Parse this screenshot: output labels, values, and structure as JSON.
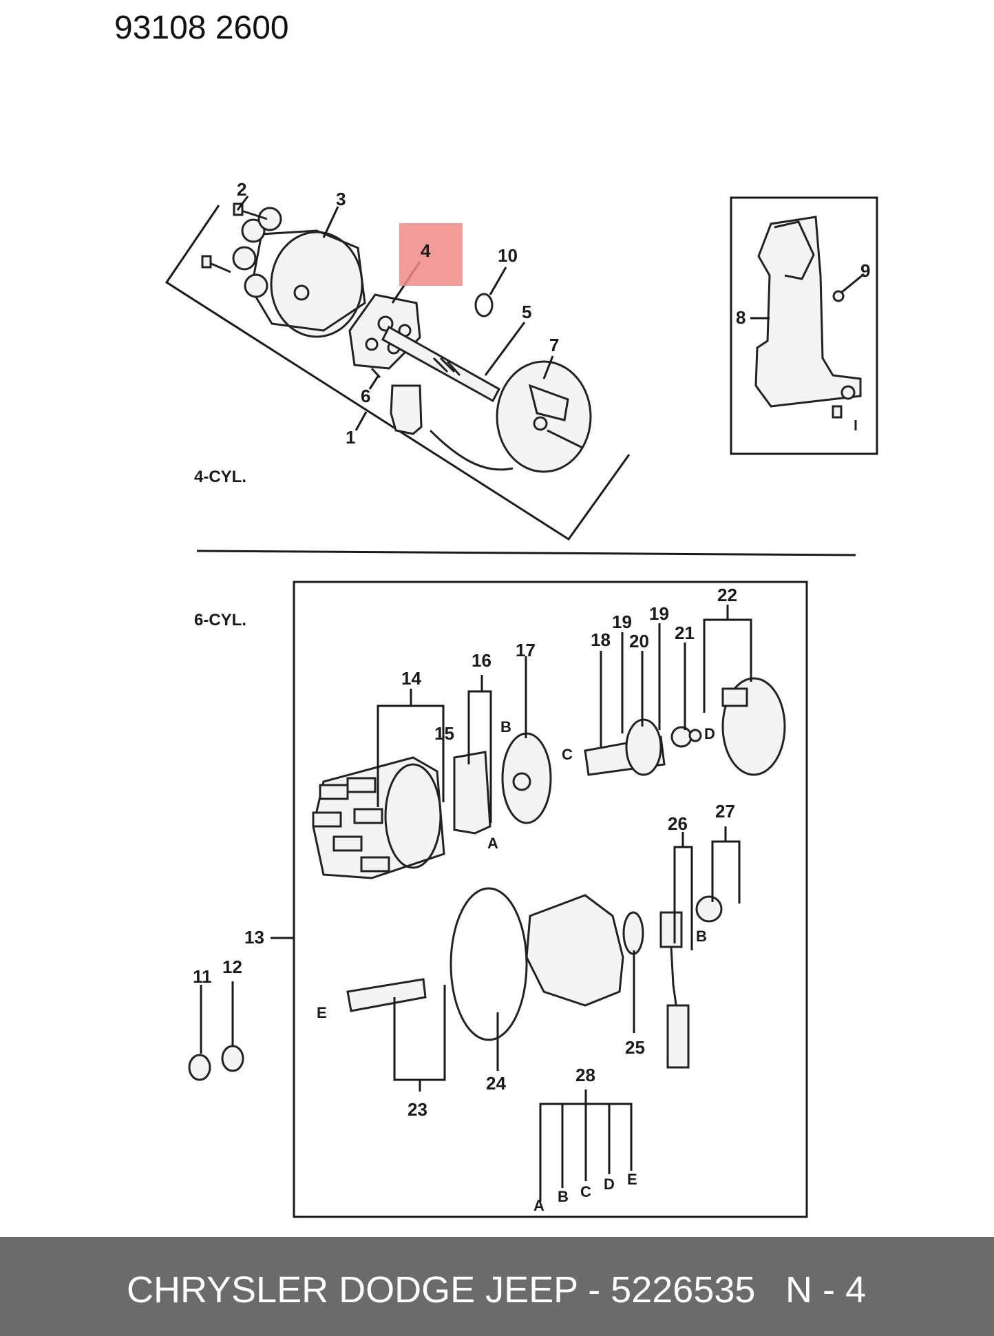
{
  "header": {
    "code": "93108  2600"
  },
  "highlight": {
    "label": "4",
    "color": "#f08a8a"
  },
  "sections": {
    "four_cyl": "4-CYL.",
    "six_cyl": "6-CYL."
  },
  "callouts": {
    "c1": "1",
    "c2": "2",
    "c3": "3",
    "c4": "4",
    "c5": "5",
    "c6": "6",
    "c7": "7",
    "c8": "8",
    "c9": "9",
    "c10": "10",
    "c11": "11",
    "c12": "12",
    "c13": "13",
    "c14": "14",
    "c15": "15",
    "c16": "16",
    "c17": "17",
    "c18": "18",
    "c19a": "19",
    "c19b": "19",
    "c20": "20",
    "c21": "21",
    "c22": "22",
    "c23": "23",
    "c24": "24",
    "c25": "25",
    "c26": "26",
    "c27": "27",
    "c28": "28"
  },
  "letters": {
    "a1": "A",
    "b1": "B",
    "c1": "C",
    "d1": "D",
    "e1": "E",
    "b2": "B",
    "a2": "A",
    "b3": "B",
    "c2": "C",
    "d2": "D",
    "e2": "E"
  },
  "footer": {
    "brand_part": "CHRYSLER DODGE JEEP - 5226535",
    "ref": "N - 4",
    "bg_color": "#6b6b6b"
  }
}
